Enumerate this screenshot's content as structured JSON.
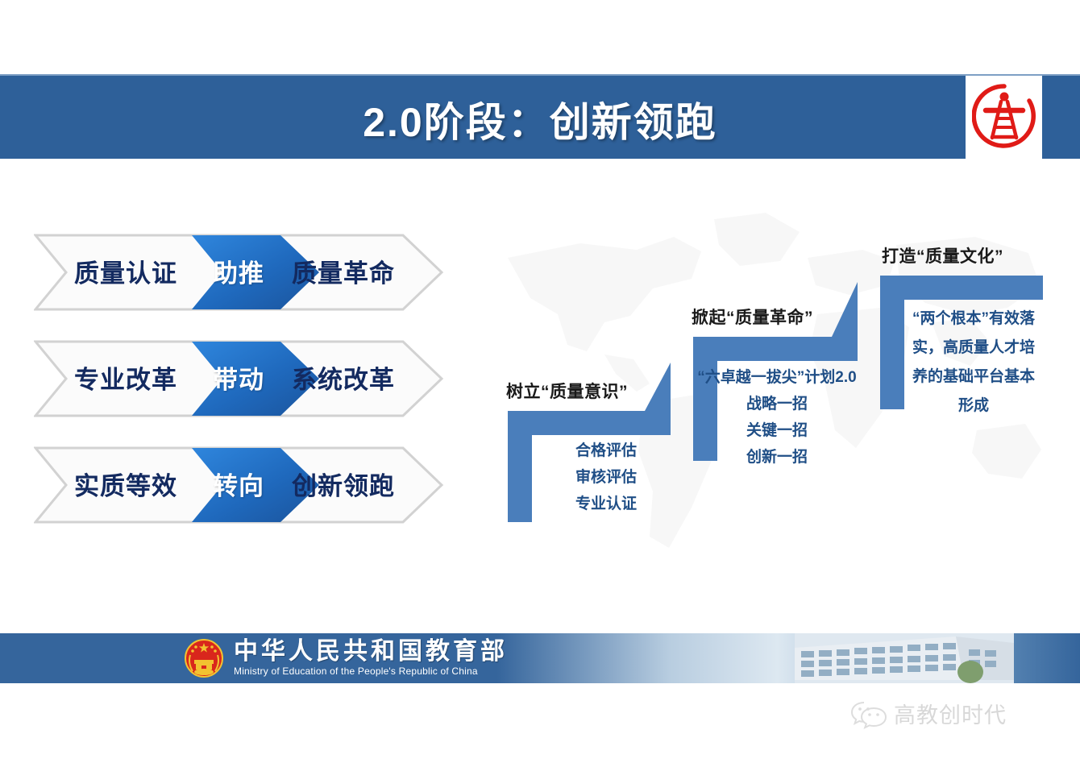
{
  "header": {
    "title": "2.0阶段：创新领跑",
    "logo_icon": "moe-engineering-accreditation-logo",
    "bg_color": "#2e6099",
    "title_color": "#ffffff"
  },
  "chevron_rows": [
    {
      "left": "质量认证",
      "middle": "助推",
      "right": "质量革命"
    },
    {
      "left": "专业改革",
      "middle": "带动",
      "right": "系统改革"
    },
    {
      "left": "实质等效",
      "middle": "转向",
      "right": "创新领跑"
    }
  ],
  "chevron_style": {
    "outline_color": "#d2d2d2",
    "fill_color": "#fbfbfb",
    "text_color": "#132a60",
    "accent_gradient_from": "#2f86dd",
    "accent_gradient_to": "#1b549c"
  },
  "stairs": [
    {
      "heading": "树立“质量意识”",
      "items": [
        "合格评估",
        "审核评估",
        "专业认证"
      ]
    },
    {
      "heading": "掀起“质量革命”",
      "items": [
        "“六卓越一拔尖”计划2.0",
        "战略一招",
        "关键一招",
        "创新一招"
      ]
    },
    {
      "heading": "打造“质量文化”",
      "items": [
        "“两个根本”有效落实，高质量人才培养的基础平台基本形成"
      ]
    }
  ],
  "stairs_style": {
    "bar_color": "#4a7ebb",
    "heading_color": "#1a1a1a",
    "item_color": "#1f4e86"
  },
  "footer": {
    "emblem_icon": "china-national-emblem",
    "org_cn": "中华人民共和国教育部",
    "org_en": "Ministry of Education of the People's Republic of China",
    "photo_icon": "ministry-building-photo",
    "bar_color": "#35659c"
  },
  "watermark": {
    "icon": "wechat-icon",
    "text": "高教创时代",
    "color": "#b9b9b9"
  }
}
